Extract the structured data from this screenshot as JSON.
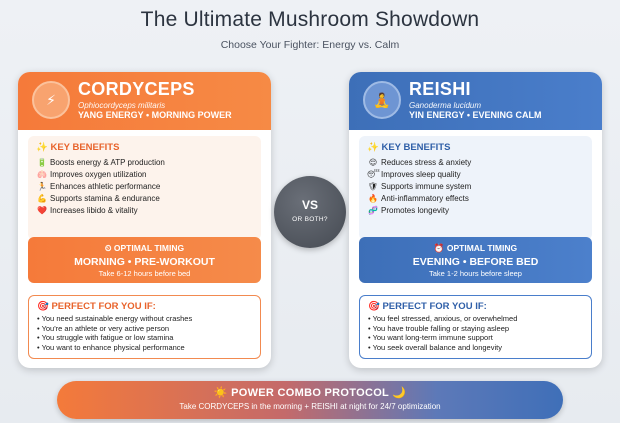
{
  "page": {
    "title": "The Ultimate Mushroom Showdown",
    "subtitle": "Choose Your Fighter: Energy vs. Calm"
  },
  "cordyceps": {
    "name": "CORDYCEPS",
    "latin": "Ophiocordyceps militaris",
    "tagline": "YANG ENERGY • MORNING POWER",
    "badge_icon": "⚡",
    "benefits_title": "✨ KEY BENEFITS",
    "benefits": [
      {
        "icon": "🔋",
        "text": "Boosts energy & ATP production"
      },
      {
        "icon": "🫁",
        "text": "Improves oxygen utilization"
      },
      {
        "icon": "🏃",
        "text": "Enhances athletic performance"
      },
      {
        "icon": "💪",
        "text": "Supports stamina & endurance"
      },
      {
        "icon": "❤️",
        "text": "Increases libido & vitality"
      }
    ],
    "timing_label": "⏲ OPTIMAL TIMING",
    "timing_value": "MORNING • PRE-WORKOUT",
    "timing_note": "Take 6-12 hours before bed",
    "fit_title": "🎯 PERFECT FOR YOU IF:",
    "fit": [
      "• You need sustainable energy without crashes",
      "• You're an athlete or very active person",
      "• You struggle with fatigue or low stamina",
      "• You want to enhance physical performance"
    ],
    "accent": "#f57a3a"
  },
  "reishi": {
    "name": "REISHI",
    "latin": "Ganoderma lucidum",
    "tagline": "YIN ENERGY • EVENING CALM",
    "badge_icon": "🧘",
    "benefits_title": "✨ KEY BENEFITS",
    "benefits": [
      {
        "icon": "😌",
        "text": "Reduces stress & anxiety"
      },
      {
        "icon": "😴",
        "text": "Improves sleep quality"
      },
      {
        "icon": "🛡",
        "text": "Supports immune system"
      },
      {
        "icon": "🔥",
        "text": "Anti-inflammatory effects"
      },
      {
        "icon": "🧬",
        "text": "Promotes longevity"
      }
    ],
    "timing_label": "⏰ OPTIMAL TIMING",
    "timing_value": "EVENING • BEFORE BED",
    "timing_note": "Take 1-2 hours before sleep",
    "fit_title": "🎯 PERFECT FOR YOU IF:",
    "fit": [
      "• You feel stressed, anxious, or overwhelmed",
      "• You have trouble falling or staying asleep",
      "• You want long-term immune support",
      "• You seek overall balance and longevity"
    ],
    "accent": "#3d6fb8"
  },
  "versus": {
    "main": "VS",
    "sub": "OR BOTH?"
  },
  "combo": {
    "title": "☀️ POWER COMBO PROTOCOL 🌙",
    "description": "Take CORDYCEPS in the morning + REISHI at night for 24/7 optimization"
  }
}
